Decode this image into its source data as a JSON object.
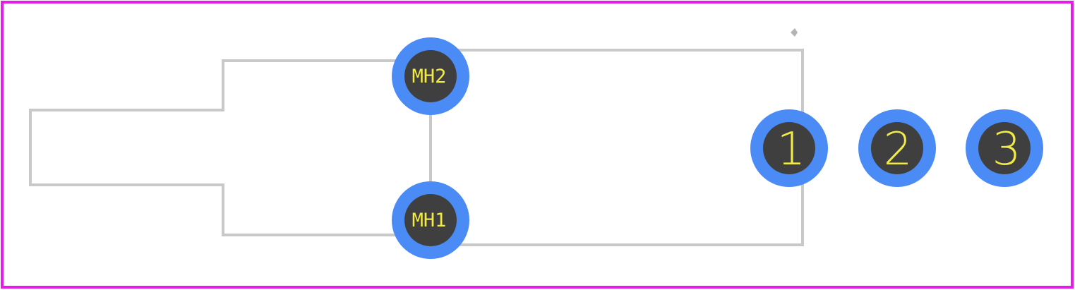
{
  "colors": {
    "board_outline": "#e11ee6",
    "silkscreen": "#e8a33d",
    "silkscreen_inner": "#c9c9c9",
    "pad_copper": "#4a8bf5",
    "pad_hole": "#3f3f3f",
    "pad_text": "#f2ea46",
    "origin_marker": "#b4b4b4"
  },
  "pads": [
    {
      "id": "1",
      "label": "1",
      "kind": "signal"
    },
    {
      "id": "2",
      "label": "2",
      "kind": "signal"
    },
    {
      "id": "3",
      "label": "3",
      "kind": "signal"
    },
    {
      "id": "MH1",
      "label": "MH1",
      "kind": "mounting"
    },
    {
      "id": "MH2",
      "label": "MH2",
      "kind": "mounting"
    }
  ]
}
